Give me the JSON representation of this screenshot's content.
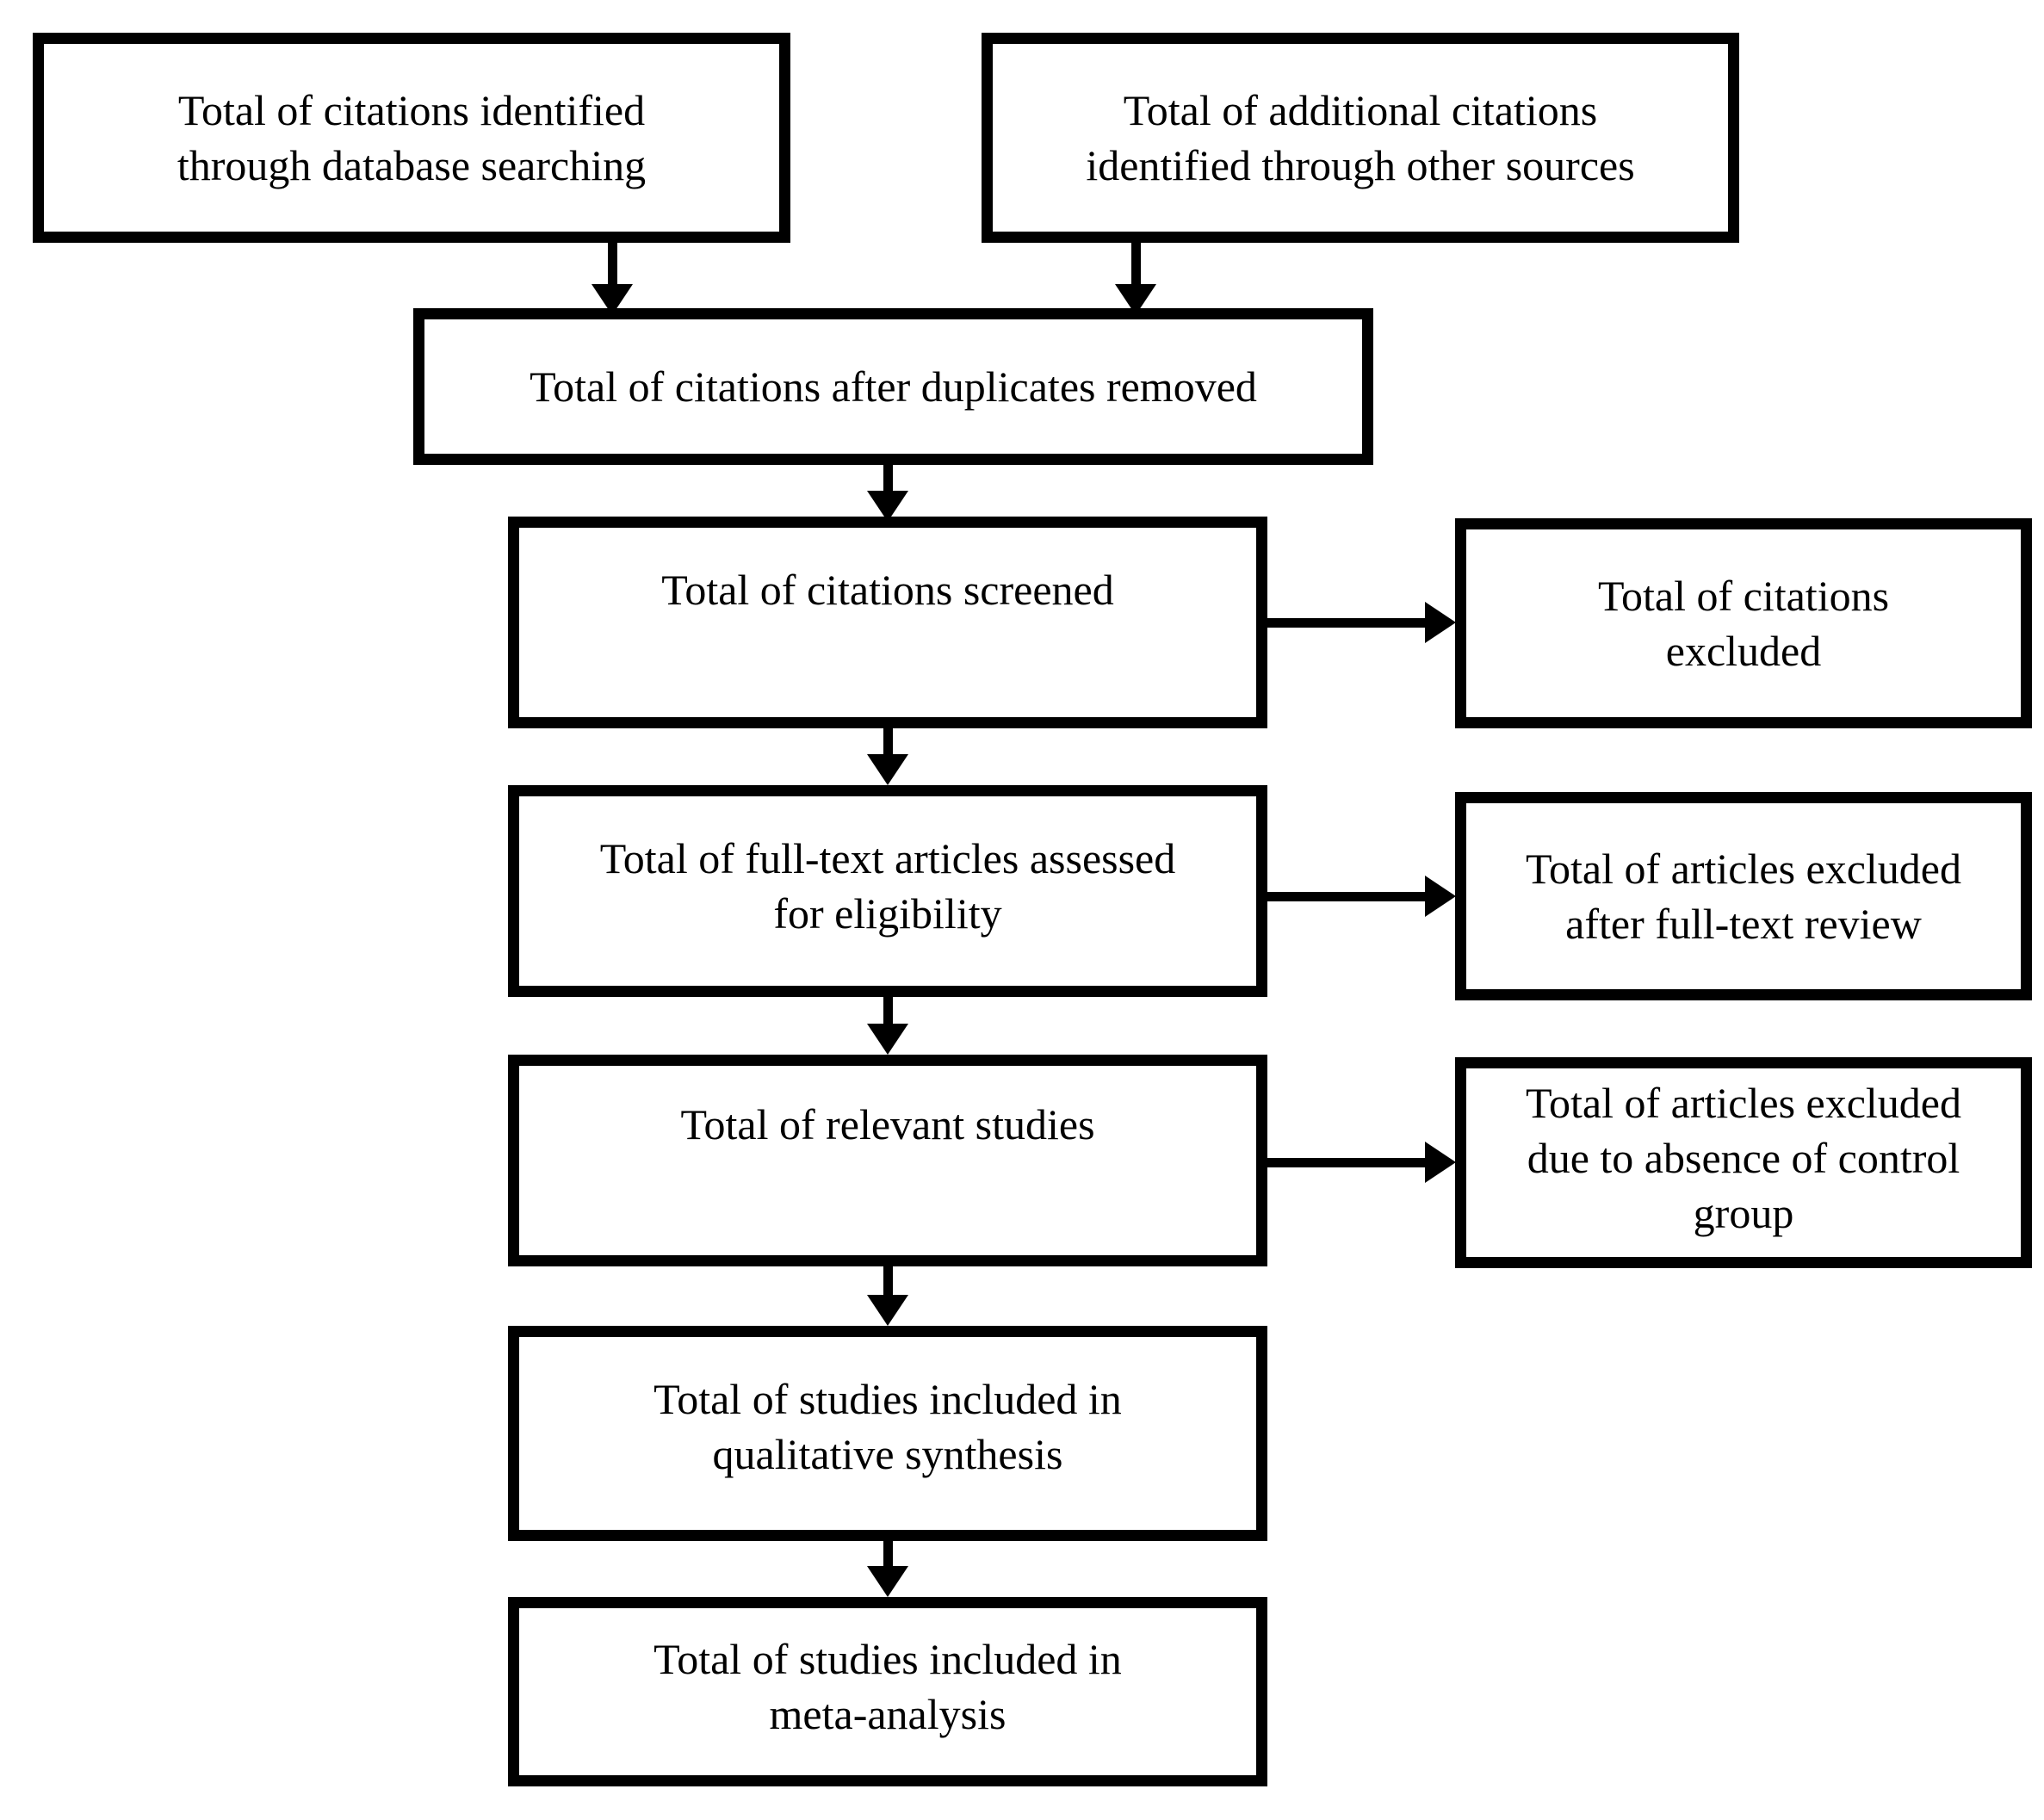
{
  "diagram": {
    "type": "prisma-flow-diagram",
    "colors": {
      "box_border": "#000000",
      "box_fill": "#ffffff",
      "connector": "#000000",
      "text": "#000000",
      "background": "#ffffff"
    },
    "nodes": {
      "db_search": {
        "label": "Total of citations identified through database searching",
        "line1": "Total of citations identified",
        "line2": "through database searching"
      },
      "other_sources": {
        "label": "Total  of additional citations identified through other sources",
        "line1": "Total  of additional citations",
        "line2": "identified through other sources"
      },
      "duplicates_removed": {
        "label": "Total of citations after duplicates removed"
      },
      "citations_screened": {
        "label": "Total of citations screened"
      },
      "citations_excluded": {
        "label": "Total of citations excluded",
        "line1": "Total of citations",
        "line2": "excluded"
      },
      "fulltext_assessed": {
        "label": "Total of full-text articles assessed for eligibility",
        "line1": "Total of full-text articles assessed",
        "line2": "for eligibility"
      },
      "articles_excluded_fulltext": {
        "label": "Total of articles excluded after full-text review",
        "line1": "Total of articles excluded",
        "line2": "after full-text review"
      },
      "relevant_studies": {
        "label": "Total of  relevant studies"
      },
      "articles_excluded_control": {
        "label": "Total of articles excluded due to absence of control group",
        "line1": "Total of articles excluded",
        "line2": "due to absence of control",
        "line3": "group"
      },
      "qualitative_synthesis": {
        "label": "Total of studies included in qualitative synthesis",
        "line1": "Total of studies included in",
        "line2": "qualitative synthesis"
      },
      "meta_analysis": {
        "label": "Total of studies included in meta-analysis",
        "line1": "Total of studies included in",
        "line2": "meta-analysis"
      }
    },
    "edges": [
      {
        "from": "db_search",
        "to": "duplicates_removed",
        "direction": "down"
      },
      {
        "from": "other_sources",
        "to": "duplicates_removed",
        "direction": "down"
      },
      {
        "from": "duplicates_removed",
        "to": "citations_screened",
        "direction": "down"
      },
      {
        "from": "citations_screened",
        "to": "citations_excluded",
        "direction": "right"
      },
      {
        "from": "citations_screened",
        "to": "fulltext_assessed",
        "direction": "down"
      },
      {
        "from": "fulltext_assessed",
        "to": "articles_excluded_fulltext",
        "direction": "right"
      },
      {
        "from": "fulltext_assessed",
        "to": "relevant_studies",
        "direction": "down"
      },
      {
        "from": "relevant_studies",
        "to": "articles_excluded_control",
        "direction": "right"
      },
      {
        "from": "relevant_studies",
        "to": "qualitative_synthesis",
        "direction": "down"
      },
      {
        "from": "qualitative_synthesis",
        "to": "meta_analysis",
        "direction": "down"
      }
    ]
  }
}
